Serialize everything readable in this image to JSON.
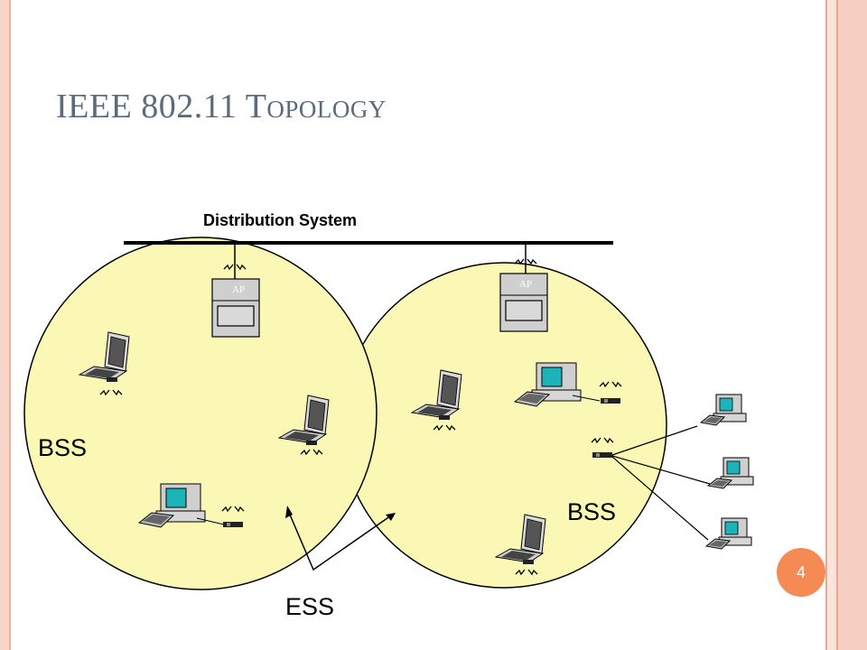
{
  "slide": {
    "title": "IEEE 802.11 Topology",
    "page_number": "4"
  },
  "diagram": {
    "distribution_system_label": "Distribution System",
    "ap_label": "AP",
    "bss_label": "BSS",
    "ess_label": "ESS"
  },
  "colors": {
    "cell_fill": "#fbf8b6",
    "title_color": "#5a6b7b",
    "badge_color": "#f58a54",
    "screen_color": "#1cb3b9"
  }
}
